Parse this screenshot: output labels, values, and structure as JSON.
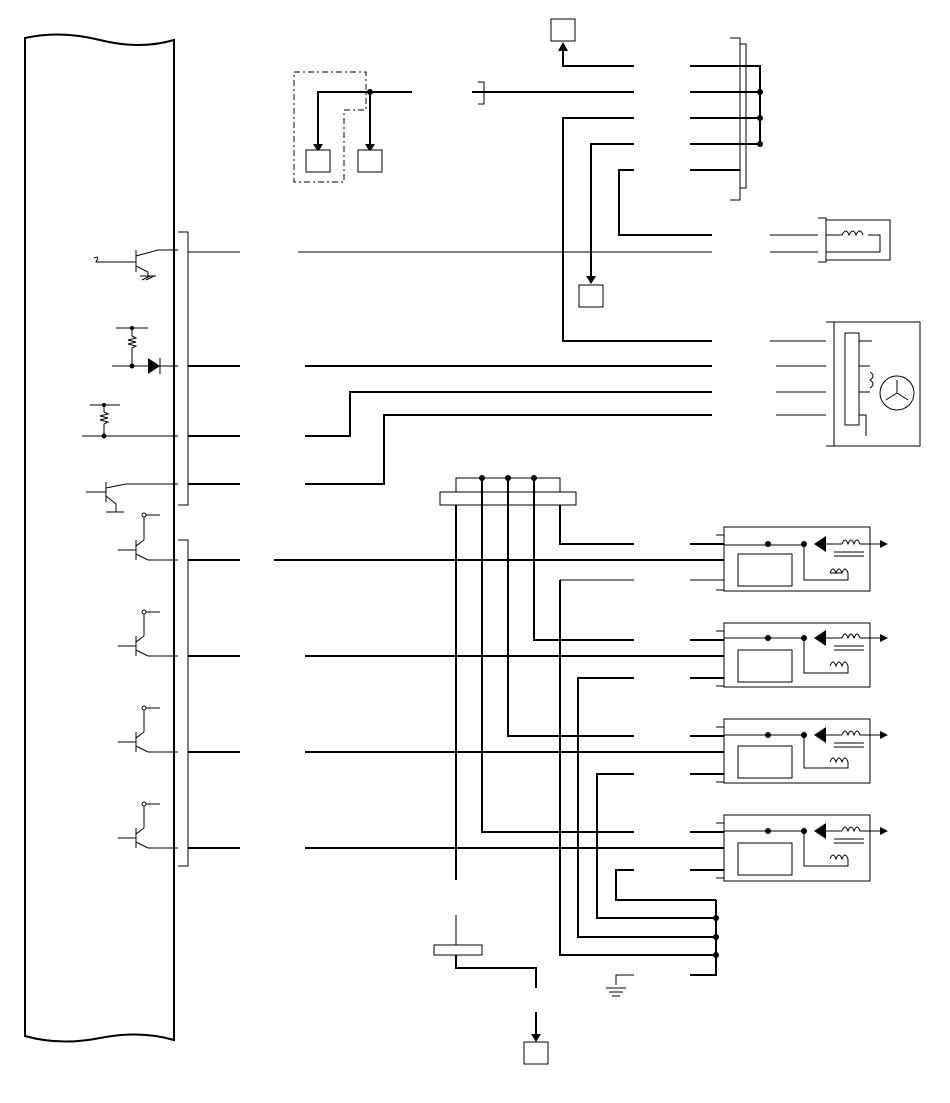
{
  "diagram": {
    "type": "wiring-schematic",
    "labels": [],
    "colors": {
      "line": "#000000",
      "background": "#ffffff"
    },
    "components": [
      {
        "name": "ecm-module-block",
        "icon": "control-unit-outline"
      },
      {
        "name": "transistor-driver",
        "icon": "npn-transistor-icon",
        "count": 6
      },
      {
        "name": "diode",
        "icon": "diode-icon",
        "count": 5
      },
      {
        "name": "resistor",
        "icon": "resistor-icon",
        "count": 2
      },
      {
        "name": "ignition-coil-unit",
        "icon": "coil-module-icon",
        "count": 4
      },
      {
        "name": "stepper-motor",
        "icon": "motor-icon"
      },
      {
        "name": "relay-coil",
        "icon": "coil-icon"
      },
      {
        "name": "ground",
        "icon": "ground-icon"
      }
    ]
  }
}
